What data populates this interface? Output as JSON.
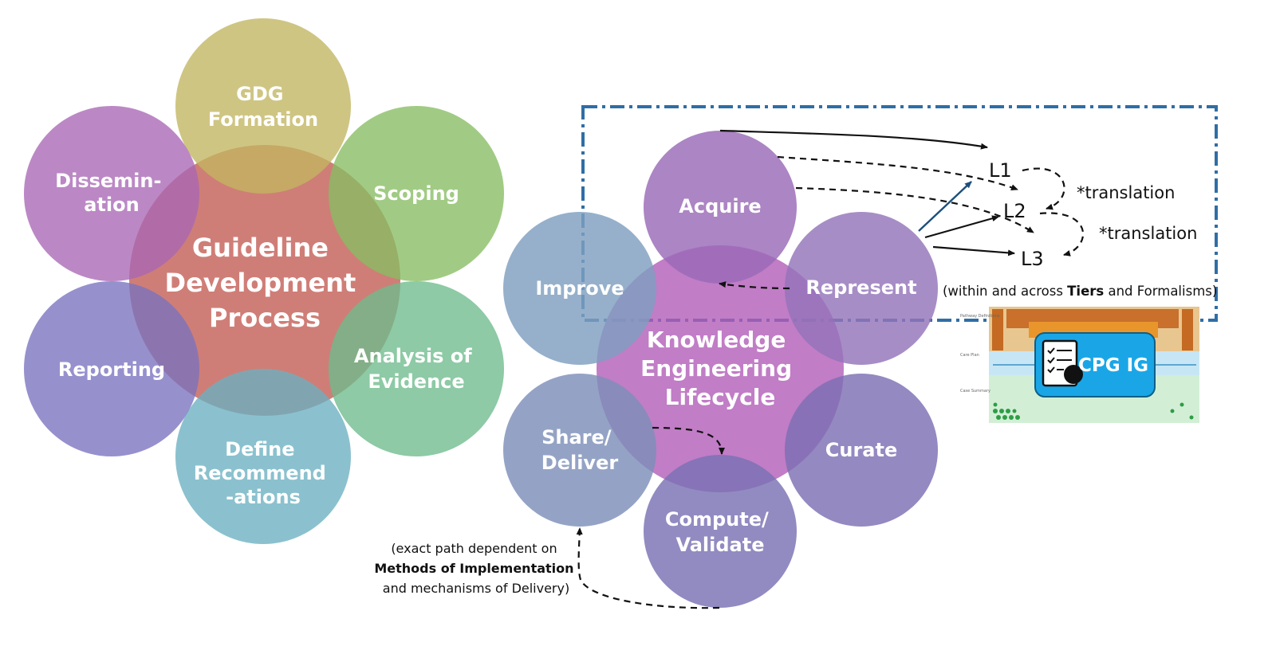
{
  "gdp": {
    "center": "Guideline Development Process",
    "center_lines": [
      "Guideline",
      "Development",
      "Process"
    ],
    "petals": {
      "gdg": [
        "GDG",
        "Formation"
      ],
      "scoping": [
        "Scoping"
      ],
      "analysis": [
        "Analysis of",
        "Evidence"
      ],
      "define": [
        "Define",
        "Recommend",
        "-ations"
      ],
      "reporting": [
        "Reporting"
      ],
      "dissemination": [
        "Dissemin-",
        "ation"
      ]
    },
    "colors": {
      "gdg": "#c2b560",
      "scoping": "#86bd62",
      "analysis": "#6dbb8c",
      "define": "#6aafc0",
      "reporting": "#7872bf",
      "dissemination": "#a866b5",
      "center": "#c7675f"
    }
  },
  "kel": {
    "center_lines": [
      "Knowledge",
      "Engineering",
      "Lifecycle"
    ],
    "petals": {
      "acquire": [
        "Acquire"
      ],
      "represent": [
        "Represent"
      ],
      "curate": [
        "Curate"
      ],
      "compute": [
        "Compute/",
        "Validate"
      ],
      "share": [
        "Share/",
        "Deliver"
      ],
      "improve": [
        "Improve"
      ]
    },
    "colors": {
      "acquire": "#9a6ab7",
      "represent": "#9474b9",
      "curate": "#7d6fb3",
      "compute": "#7a72b3",
      "share": "#7d8fb8",
      "improve": "#7f9fbf",
      "center": "#b15cb8"
    }
  },
  "levels": {
    "l1": "L1",
    "l2": "L2",
    "l3": "L3",
    "translation_1": "*translation",
    "translation_2": "*translation"
  },
  "tiers_note": {
    "prefix": "(within and across ",
    "bold": "Tiers",
    "suffix": " and Formalisms)"
  },
  "path_note": {
    "line1": "(exact path dependent on",
    "line2": "Methods of Implementation",
    "line3": "and mechanisms of Delivery)"
  },
  "cpg_ig": {
    "label": "CPG IG",
    "side_labels": [
      "Pathway Definitions",
      "Care Plan",
      "Case Summary"
    ],
    "box_color": "#1aa6e6"
  },
  "accent_colors": {
    "boundary": "#2f6ea5",
    "arrow": "#111111",
    "blue_arrow": "#1c4f7d"
  }
}
